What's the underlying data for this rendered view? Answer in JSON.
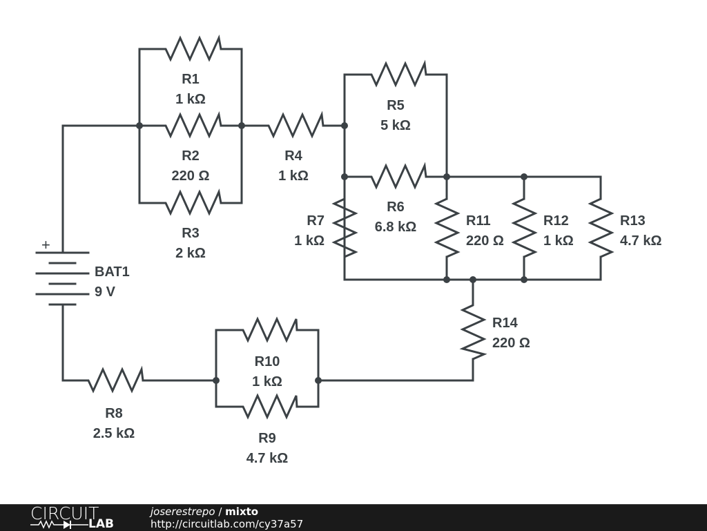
{
  "components": {
    "BAT1": {
      "name": "BAT1",
      "value": "9 V",
      "plus": "+"
    },
    "R1": {
      "name": "R1",
      "value": "1 kΩ"
    },
    "R2": {
      "name": "R2",
      "value": "220 Ω"
    },
    "R3": {
      "name": "R3",
      "value": "2 kΩ"
    },
    "R4": {
      "name": "R4",
      "value": "1 kΩ"
    },
    "R5": {
      "name": "R5",
      "value": "5 kΩ"
    },
    "R6": {
      "name": "R6",
      "value": "6.8 kΩ"
    },
    "R7": {
      "name": "R7",
      "value": "1 kΩ"
    },
    "R8": {
      "name": "R8",
      "value": "2.5 kΩ"
    },
    "R9": {
      "name": "R9",
      "value": "4.7 kΩ"
    },
    "R10": {
      "name": "R10",
      "value": "1 kΩ"
    },
    "R11": {
      "name": "R11",
      "value": "220 Ω"
    },
    "R12": {
      "name": "R12",
      "value": "1 kΩ"
    },
    "R13": {
      "name": "R13",
      "value": "4.7 kΩ"
    },
    "R14": {
      "name": "R14",
      "value": "220 Ω"
    }
  },
  "footer": {
    "logo_top": "CIRCUIT",
    "logo_bottom": "LAB",
    "user": "joserestrepo",
    "separator": " / ",
    "title": "mixto",
    "url": "http://circuitlab.com/cy37a57"
  },
  "colors": {
    "ink": "#3b4145",
    "footer_bg": "#1a1a1a"
  }
}
